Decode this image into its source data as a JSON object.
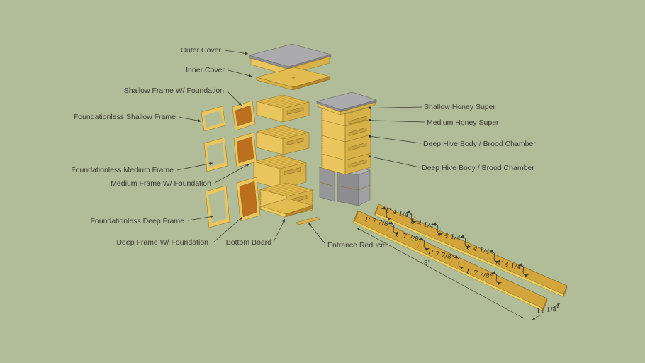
{
  "part_labels": {
    "outer_cover": "Outer Cover",
    "inner_cover": "Inner Cover",
    "shallow_frame_foundation": "Shallow Frame W/ Foundation",
    "foundationless_shallow_frame": "Foundationless Shallow Frame",
    "foundationless_medium_frame": "Foundationless Medium Frame",
    "medium_frame_foundation": "Medium Frame W/ Foundation",
    "foundationless_deep_frame": "Foundationless Deep Frame",
    "deep_frame_foundation": "Deep Frame W/ Foundation",
    "bottom_board": "Bottom Board",
    "entrance_reducer": "Entrance Reducer",
    "shallow_honey_super": "Shallow Honey Super",
    "medium_honey_super": "Medium Honey Super",
    "deep_hive_body_upper": "Deep Hive Body / Brood Chamber",
    "deep_hive_body_lower": "Deep Hive Body / Brood Chamber"
  },
  "dimension_labels": {
    "far_board_segment": "1' 4 1/4\"",
    "near_board_segment": "1' 7 7/8\"",
    "board_length": "8'",
    "board_width": "11 1/4\""
  },
  "colors": {
    "background": "#b1bc99",
    "wood_light": "#ebc65e",
    "wood_mid": "#d9b149",
    "lumber_top": "#d2a63c",
    "foundation_orange": "#bc701e",
    "cover_gray": "#ababad",
    "block_gray": "#97979a",
    "leader_line": "#3c3c32",
    "label_text": "#3a3a32",
    "dimension_text": "#2b2b24"
  }
}
